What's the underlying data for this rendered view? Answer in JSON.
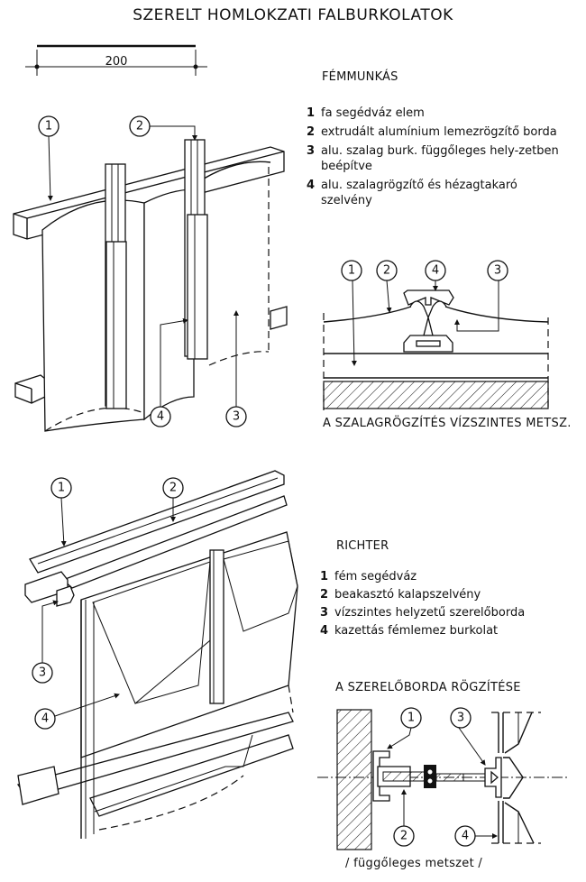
{
  "title": "SZERELT HOMLOKZATI FALBURKOLATOK",
  "scale_bar": {
    "label": "200"
  },
  "section_femmunkas": {
    "heading": "FÉMMUNKÁS",
    "items": [
      {
        "num": "1",
        "text": "fa segédváz elem"
      },
      {
        "num": "2",
        "text": "extrudált alumínium lemezrögzítő borda"
      },
      {
        "num": "3",
        "text": "alu. szalag burk. függőleges hely-zetben beépítve"
      },
      {
        "num": "4",
        "text": "alu. szalagrögzítő és hézagtakaró szelvény"
      }
    ],
    "detail_caption": "A SZALAGRÖGZÍTÉS VÍZSZINTES METSZ.",
    "iso_callouts": [
      "1",
      "2",
      "4",
      "3"
    ],
    "detail_callouts": [
      "1",
      "2",
      "4",
      "3"
    ]
  },
  "section_richter": {
    "heading": "RICHTER",
    "items": [
      {
        "num": "1",
        "text": "fém segédváz"
      },
      {
        "num": "2",
        "text": "beakasztó kalapszelvény"
      },
      {
        "num": "3",
        "text": "vízszintes helyzetű szerelőborda"
      },
      {
        "num": "4",
        "text": "kazettás fémlemez burkolat"
      }
    ],
    "detail_title": "A SZERELŐBORDA RÖGZÍTÉSE",
    "detail_caption": "/ függőleges metszet /",
    "iso_callouts": [
      "1",
      "2",
      "3",
      "4"
    ],
    "detail_callouts": [
      "1",
      "3",
      "2",
      "4"
    ]
  }
}
